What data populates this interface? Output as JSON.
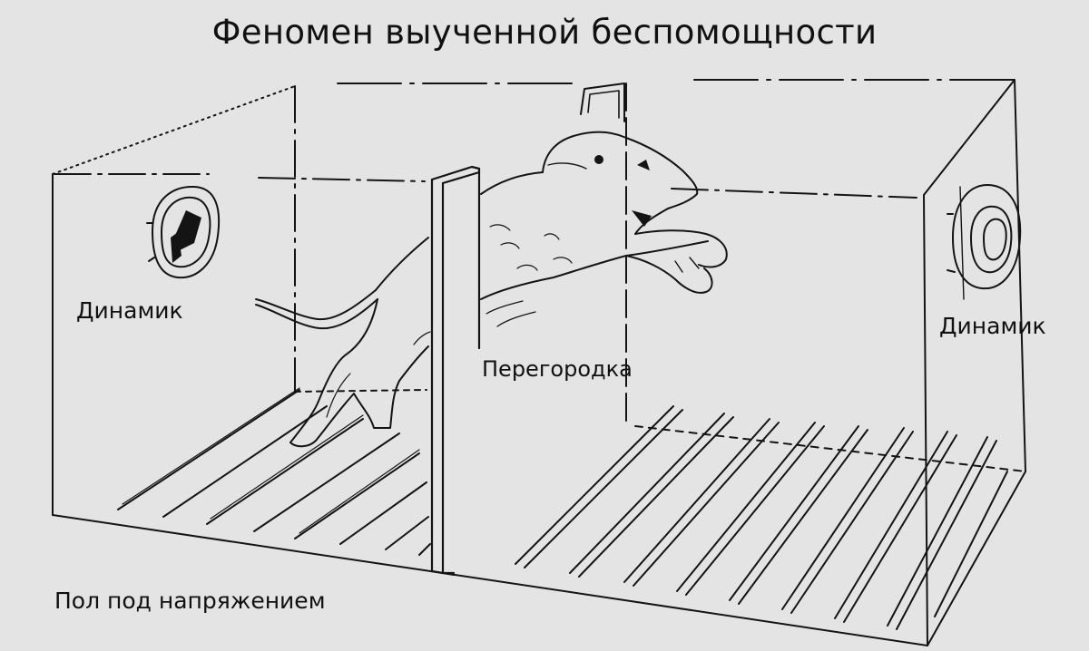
{
  "title": "Феномен выученной беспомощности",
  "labels": {
    "speaker_left": "Динамик",
    "speaker_right": "Динамик",
    "partition": "Перегородка",
    "floor": "Пол под напряжением"
  },
  "colors": {
    "background": "#e4e4e4",
    "ink": "#141414"
  },
  "components": {
    "speaker_icon": "speaker-icon",
    "animal_icon": "dog-icon",
    "floor_bar_count_left": 8,
    "floor_bar_count_right": 9
  }
}
